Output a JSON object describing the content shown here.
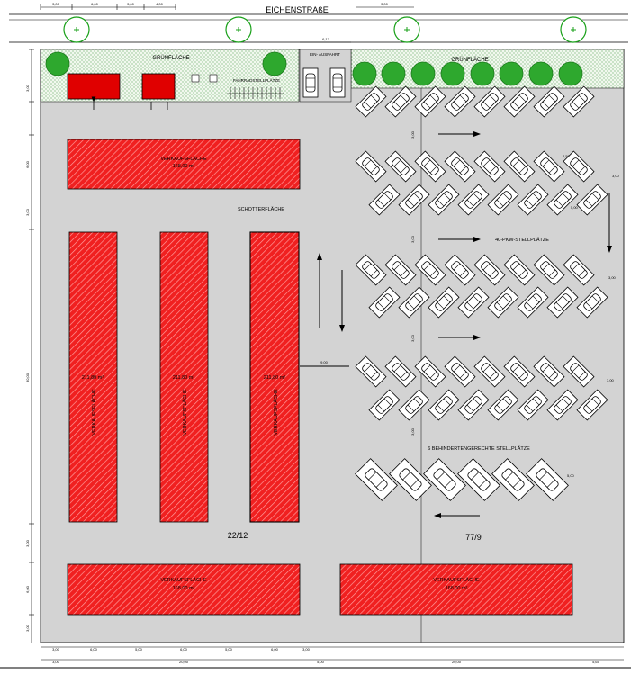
{
  "street": {
    "name": "EICHENSTRAßE"
  },
  "green_areas": [
    {
      "label": "GRÜNFLÄCHE"
    },
    {
      "label": "GRÜNFLÄCHE"
    }
  ],
  "entrance": {
    "label": "EIN- AUSFAHRT"
  },
  "bike_parking": {
    "label": "FAHRRADSTELLPLÄTZE"
  },
  "gravel_area": {
    "label": "SCHOTTERFLÄCHE"
  },
  "parking": {
    "cars_label": "40-PKW-STELLPLÄTZE",
    "accessible_label": "6 BEHINDERTENGERECHTE STELLPLÄTZE"
  },
  "parcels": {
    "left": "22/12",
    "right": "77/9"
  },
  "sales_areas": [
    {
      "label": "VERKAUFSFLÄCHE",
      "area": "168,00 m²"
    },
    {
      "label": "VERKAUFSFLÄCHE",
      "area": "211,80 m²"
    },
    {
      "label": "VERKAUFSFLÄCHE",
      "area": "211,80 m²"
    },
    {
      "label": "VERKAUFSFLÄCHE",
      "area": "211,80 m²"
    },
    {
      "label": "VERKAUFSFLÄCHE",
      "area": "168,00 m²"
    },
    {
      "label": "VERKAUFSFLÄCHE",
      "area": "168,00 m²"
    }
  ],
  "dimensions": {
    "top": [
      "3,00",
      "6,00",
      "3,00",
      "4,00"
    ],
    "top_right": "3,00",
    "entrance_width": "6,17",
    "left": [
      "3,00",
      "6,00",
      "3,00",
      "30,00",
      "3,00",
      "6,00",
      "3,00"
    ],
    "aisle": [
      "3,00",
      "3,00",
      "3,00",
      "3,00"
    ],
    "side": [
      "3,00",
      "3,00",
      "3,00",
      "5,00"
    ],
    "stall_small": [
      "2,50",
      "5,00"
    ],
    "gap": "9,00",
    "bottom1": [
      "3,00",
      "6,00",
      "5,00",
      "6,00",
      "5,00",
      "6,00",
      "3,00"
    ],
    "bottom2": [
      "3,00",
      "20,00",
      "5,00",
      "20,00",
      "5,65"
    ]
  },
  "colors": {
    "sales_fill": "#f02020",
    "ground": "#d3d3d3",
    "green": "#2ea82e",
    "hedge": "#e9f4e4"
  }
}
